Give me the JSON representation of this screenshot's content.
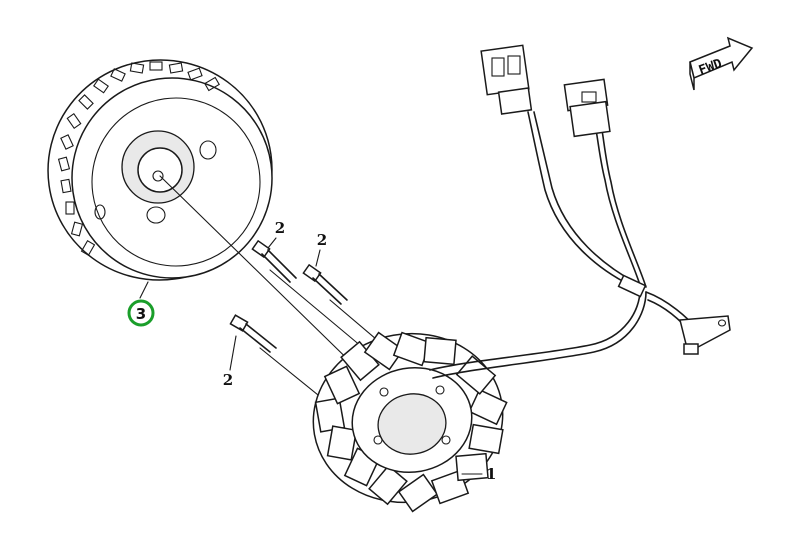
{
  "diagram": {
    "callouts": {
      "stator": "1",
      "bolt_top_left": "2",
      "bolt_top_right": "2",
      "bolt_bottom": "2",
      "flywheel": "3"
    },
    "direction_label": "FWD",
    "colors": {
      "line": "#1a1a1a",
      "highlight_ring": "#1a9e2a",
      "background": "#ffffff"
    }
  }
}
